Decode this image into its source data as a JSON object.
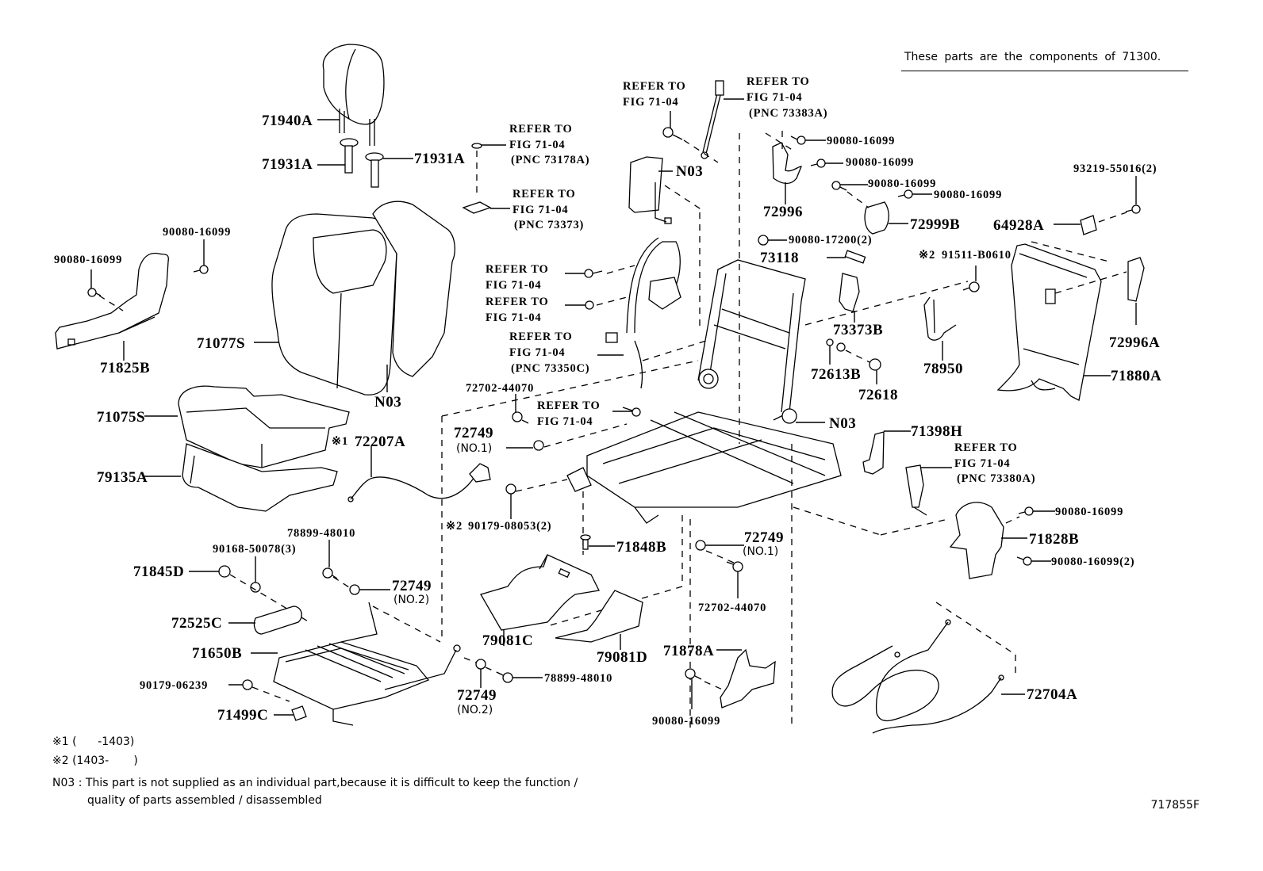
{
  "header": {
    "note": "These parts are the components of 71300."
  },
  "refer": {
    "line1": "REFER TO",
    "line2": "FIG 71-04",
    "pnc_73383A": "(PNC 73383A)",
    "pnc_73178A": "(PNC 73178A)",
    "pnc_73373": "(PNC 73373)",
    "pnc_73350C": "(PNC 73350C)",
    "pnc_73380A": "(PNC 73380A)"
  },
  "parts": {
    "p71940A": "71940A",
    "p71931A_left": "71931A",
    "p71931A_right": "71931A",
    "p90080_16099_a": "90080-16099",
    "p90080_16099_b": "90080-16099",
    "p71825B": "71825B",
    "p71077S": "71077S",
    "n03_backrest": "N03",
    "p71075S": "71075S",
    "p79135A": "79135A",
    "p72207A": "72207A",
    "mark1": "※1",
    "mark2": "※2",
    "n03_airbag": "N03",
    "p72996": "72996",
    "p90080_16099_c": "90080-16099",
    "p90080_16099_d": "90080-16099",
    "p90080_16099_e": "90080-16099",
    "p90080_16099_f": "90080-16099",
    "p72999B": "72999B",
    "p93219_55016": "93219-55016(2)",
    "p64928A": "64928A",
    "p90080_17200": "90080-17200(2)",
    "p73118": "73118",
    "p91511_B0610": "91511-B0610",
    "p73373B": "73373B",
    "p72996A": "72996A",
    "p72613B": "72613B",
    "p72618": "72618",
    "p78950": "78950",
    "p71880A": "71880A",
    "n03_frame": "N03",
    "p72702_44070_a": "72702-44070",
    "p72749_no1_a": "72749",
    "no1_a": "(NO.1)",
    "p90179_08053": "90179-08053(2)",
    "p71398H": "71398H",
    "p90080_16099_g": "90080-16099",
    "p71828B": "71828B",
    "p90080_16099_h": "90080-16099(2)",
    "p71848B": "71848B",
    "p72749_no1_b": "72749",
    "no1_b": "(NO.1)",
    "p72702_44070_b": "72702-44070",
    "p78899_48010_a": "78899-48010",
    "p90168_50078": "90168-50078(3)",
    "p71845D": "71845D",
    "p72749_no2_a": "72749",
    "no2_a": "(NO.2)",
    "p72525C": "72525C",
    "p71650B": "71650B",
    "p90179_06239": "90179-06239",
    "p71499C": "71499C",
    "p79081C": "79081C",
    "p79081D": "79081D",
    "p78899_48010_b": "78899-48010",
    "p72749_no2_b": "72749",
    "no2_b": "(NO.2)",
    "p71878A": "71878A",
    "p90080_16099_i": "90080-16099",
    "p72704A": "72704A"
  },
  "footnotes": {
    "note1": "※1 (      -1403)",
    "note2": "※2 (1403-       )",
    "n03_line1": "N03 : This part is not supplied as an individual part,because it is difficult to keep the function /",
    "n03_line2": "quality of parts assembled / disassembled"
  },
  "figure_code": "717855F"
}
